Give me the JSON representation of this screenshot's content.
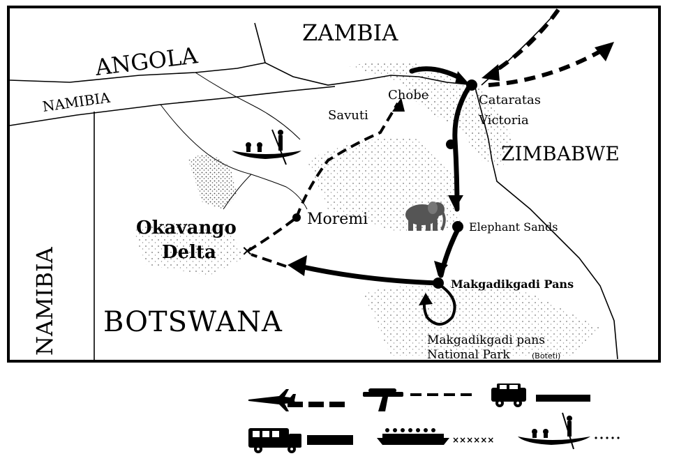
{
  "countries": {
    "zambia": "ZAMBIA",
    "angola": "ANGOLA",
    "namibia_top": "NAMIBIA",
    "namibia_side": "NAMIBIA",
    "zimbabwe": "ZIMBABWE",
    "botswana": "BOTSWANA"
  },
  "places": {
    "chobe": "Chobe",
    "savuti": "Savuti",
    "cataratas_line1": "Cataratas",
    "cataratas_line2": "Victoria",
    "moremi": "Moremi",
    "okavango_line1": "Okavango",
    "okavango_line2": "Delta",
    "elephant_sands": "Elephant Sands",
    "makgadikgadi_pans": "Makgadikgadi Pans",
    "mnp_line1": "Makgadikgadi pans",
    "mnp_line2": "National Park",
    "mnp_note": "(Boteti)"
  },
  "icons": {
    "elephant": "elephant-icon",
    "mokoro": "mokoro-icon",
    "airplane": "airplane-icon",
    "small_plane": "small-plane-icon",
    "jeep": "jeep-icon",
    "truck": "overland-truck-icon",
    "boat": "river-boat-icon"
  },
  "colors": {
    "ink": "#000000",
    "paper": "#ffffff"
  }
}
